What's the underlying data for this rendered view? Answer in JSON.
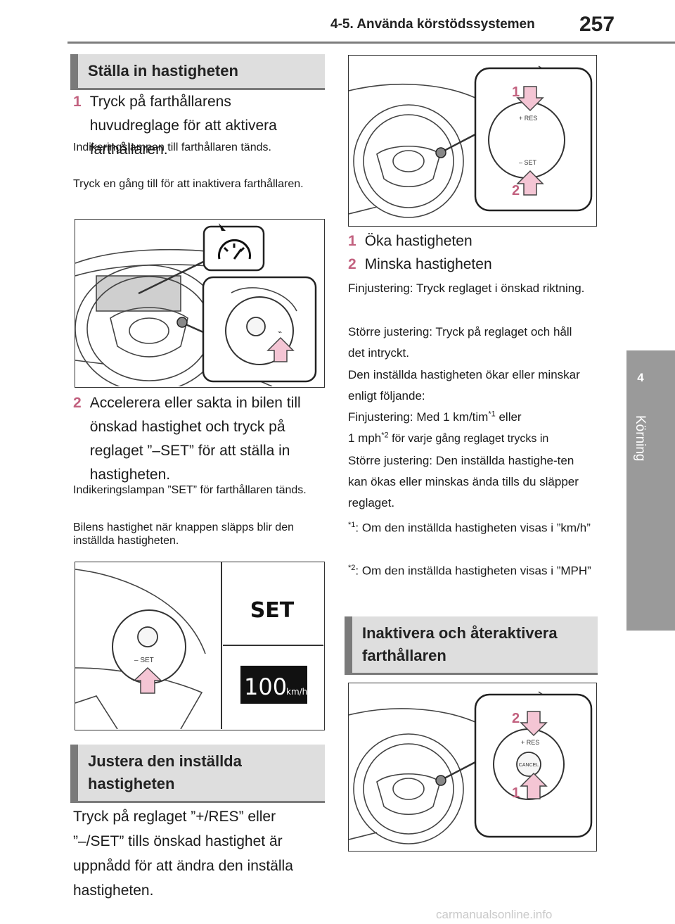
{
  "header": {
    "chapter_title": "4-5. Använda körstödssystemen",
    "page_number": "257"
  },
  "side_tab": {
    "number": "4",
    "label": "Körning"
  },
  "sections": {
    "set_speed": {
      "heading": "Ställa in hastigheten",
      "step1_num": "1",
      "step1_text": "Tryck på farthållarens huvudreglage för att aktivera farthållaren.",
      "step1_note1": "Indikeringslampan till farthållaren tänds.",
      "step1_note2": "Tryck en gång till för att inaktivera farthållaren.",
      "step2_num": "2",
      "step2_text": "Accelerera eller sakta in bilen till önskad hastighet och tryck på reglaget ”–SET” för att ställa in hastigheten.",
      "step2_note1": "Indikeringslampan ”SET” för farthållaren tänds.",
      "step2_note2": "Bilens hastighet när knappen släpps blir den inställda hastigheten.",
      "fig2_set_label": "SET",
      "fig2_speed": "100",
      "fig2_unit": "km/h",
      "fig2_button_label": "– SET"
    },
    "adjust_speed": {
      "heading": "Justera den inställda hastigheten",
      "body": "Tryck på reglaget ”+/RES” eller ”–/SET” tills önskad hastighet är uppnådd för att ändra den inställa hastigheten.",
      "fig_res_label": "+ RES",
      "fig_set_label": "– SET",
      "fig_callout1": "1",
      "fig_callout2": "2",
      "item1_num": "1",
      "item1_text": "Öka hastigheten",
      "item2_num": "2",
      "item2_text": "Minska hastigheten",
      "p1": "Finjustering: Tryck reglaget i önskad riktning.",
      "p2": "Större justering: Tryck på reglaget och håll det intryckt.",
      "p3": "Den inställda hastigheten ökar eller minskar enligt följande:",
      "p4_a": "Finjustering: Med 1 km/tim",
      "p4_sup1": "*1",
      "p4_b": " eller",
      "p4_c": "1 mph",
      "p4_sup2": "*2",
      "p4_d": " för varje gång reglaget trycks in",
      "p5": "Större justering: Den inställda hastighe-ten kan ökas eller minskas ända tills du släpper reglaget.",
      "fn1_mark": "*1",
      "fn1_text": ": Om den inställda hastigheten visas i ”km/h”",
      "fn2_mark": "*2",
      "fn2_text": ": Om den inställda hastigheten visas i ”MPH”"
    },
    "cancel": {
      "heading": "Inaktivera och återaktivera farthållaren",
      "fig_res_label": "+ RES",
      "fig_cancel_label": "CANCEL",
      "fig_callout1": "1",
      "fig_callout2": "2"
    }
  },
  "watermark": "carmanualsonline.info",
  "colors": {
    "accent_pink": "#c2617f",
    "arrow_fill": "#f4c5d4",
    "head_bg": "#dedede",
    "head_bar": "#7a7a7a",
    "tab_bg": "#9a9a9a"
  }
}
